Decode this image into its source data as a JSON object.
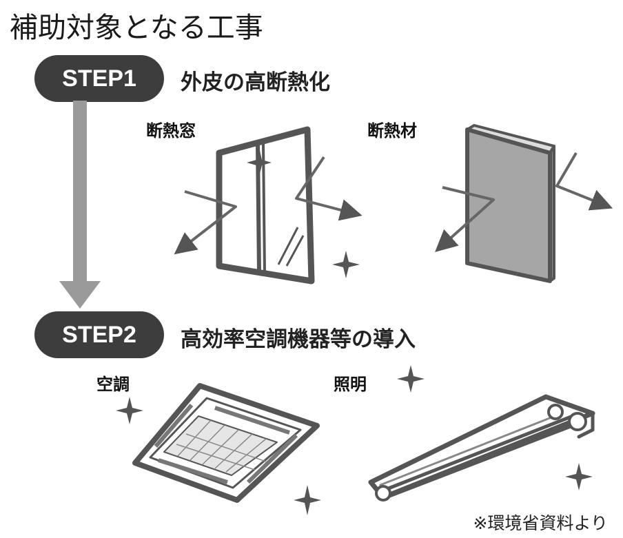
{
  "title": "補助対象となる工事",
  "step1": {
    "badge": "STEP1",
    "heading": "外皮の高断熱化",
    "items": [
      "断熱窓",
      "断熱材"
    ]
  },
  "step2": {
    "badge": "STEP2",
    "heading": "高効率空調機器等の導入",
    "items": [
      "空調",
      "照明"
    ]
  },
  "source": "※環境省資料より",
  "colors": {
    "badge": "#3d3d3d",
    "arrow": "#9a9a9a",
    "line": "#555555",
    "panel": "#a6a6a6"
  }
}
